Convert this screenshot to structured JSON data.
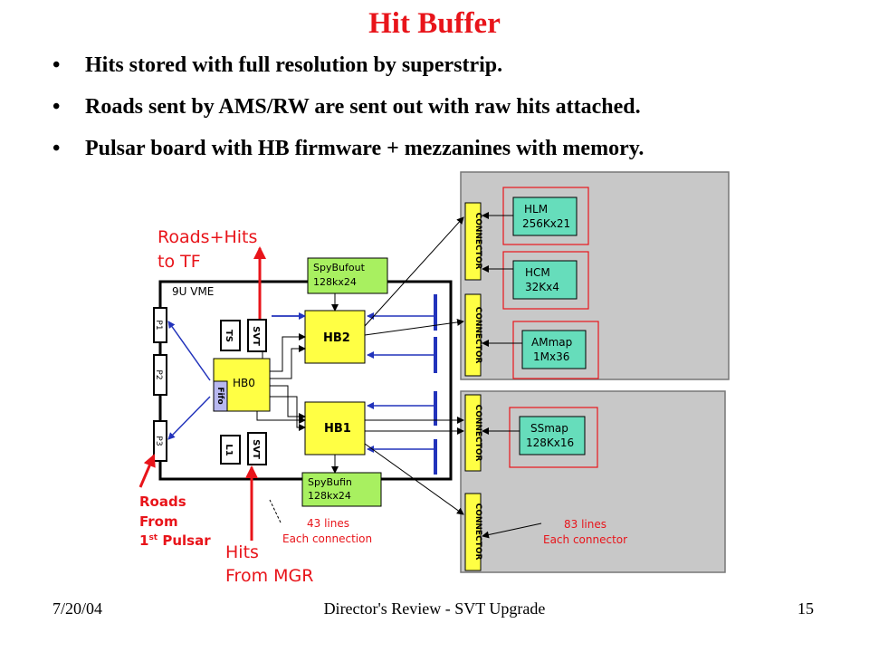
{
  "slide": {
    "title": "Hit Buffer",
    "bullets": [
      "Hits stored with full resolution by superstrip.",
      "Roads sent by AMS/RW are sent out with raw hits attached.",
      "Pulsar board with HB firmware + mezzanines with memory."
    ],
    "footer": {
      "date": "7/20/04",
      "center": "Director's Review - SVT Upgrade",
      "page": "15"
    }
  },
  "diagram": {
    "board_label": "9U VME",
    "p1": "P1",
    "p2": "P2",
    "p3": "P3",
    "ts": "TS",
    "svt_top": "SVT",
    "l1": "L1",
    "svt_bottom": "SVT",
    "hb0": "HB0",
    "fifo": "Fifo",
    "hb2": "HB2",
    "hb1": "HB1",
    "spybufout_line1": "SpyBufout",
    "spybufout_line2": "128kx24",
    "spybufin_line1": "SpyBufin",
    "spybufin_line2": "128kx24",
    "roads_hits_line1": "Roads+Hits",
    "roads_hits_line2": "to TF",
    "roads_from_line1": "Roads",
    "roads_from_line2": "From",
    "roads_from_line3_a": "1",
    "roads_from_line3_sup": "st",
    "roads_from_line3_b": " Pulsar",
    "hits_from_line1": "Hits",
    "hits_from_line2": "From MGR",
    "lines43_line1": "43 lines",
    "lines43_line2": "Each connection",
    "lines83_line1": "83 lines",
    "lines83_line2": "Each connector",
    "connector": "CONNECTOR",
    "hlm_line1": "HLM",
    "hlm_line2": "256Kx21",
    "hcm_line1": "HCM",
    "hcm_line2": "32Kx4",
    "ammap_line1": "AMmap",
    "ammap_line2": "1Mx36",
    "ssmap_line1": "SSmap",
    "ssmap_line2": "128Kx16"
  },
  "colors": {
    "title": "#e8141a",
    "annotation_red": "#e8141a",
    "chip_yellow": "#ffff44",
    "spy_green": "#a8f060",
    "memory_teal": "#66ddbb",
    "mezzanine_gray": "#c8c8c8",
    "bus_blue": "#2233bb",
    "fifo_lavender": "#b8b8f0"
  }
}
